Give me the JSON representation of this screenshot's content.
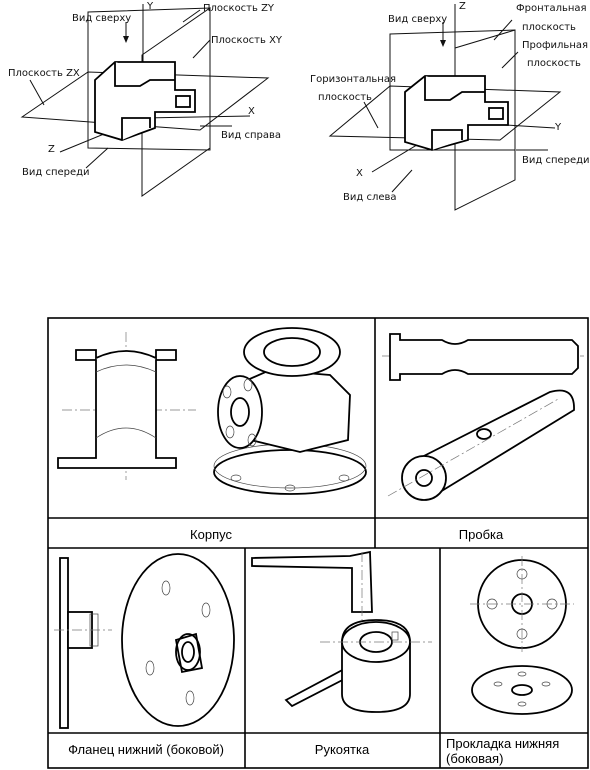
{
  "left_diagram": {
    "labels": {
      "top_view": "Вид сверху",
      "axis_y": "Y",
      "plane_zy": "Плоскость ZY",
      "plane_xy": "Плоскость XY",
      "plane_zx": "Плоскость ZX",
      "axis_x": "X",
      "side_view_right": "Вид справа",
      "axis_z": "Z",
      "front_view": "Вид спереди"
    }
  },
  "right_diagram": {
    "labels": {
      "top_view": "Вид сверху",
      "axis_z": "Z",
      "frontal_plane_1": "Фронтальная",
      "frontal_plane_2": "плоскость",
      "profile_plane_1": "Профильная",
      "profile_plane_2": "плоскость",
      "horizontal_plane_1": "Горизонтальная",
      "horizontal_plane_2": "плоскость",
      "axis_y": "Y",
      "front_view": "Вид спереди",
      "axis_x": "X",
      "left_view": "Вид слева"
    }
  },
  "parts_table": {
    "top_row": [
      {
        "caption": "Корпус"
      },
      {
        "caption": "Пробка"
      }
    ],
    "bottom_row": [
      {
        "caption": "Фланец нижний (боковой)"
      },
      {
        "caption": "Рукоятка"
      },
      {
        "caption_line1": "Прокладка нижняя",
        "caption_line2": "(боковая)"
      }
    ]
  }
}
